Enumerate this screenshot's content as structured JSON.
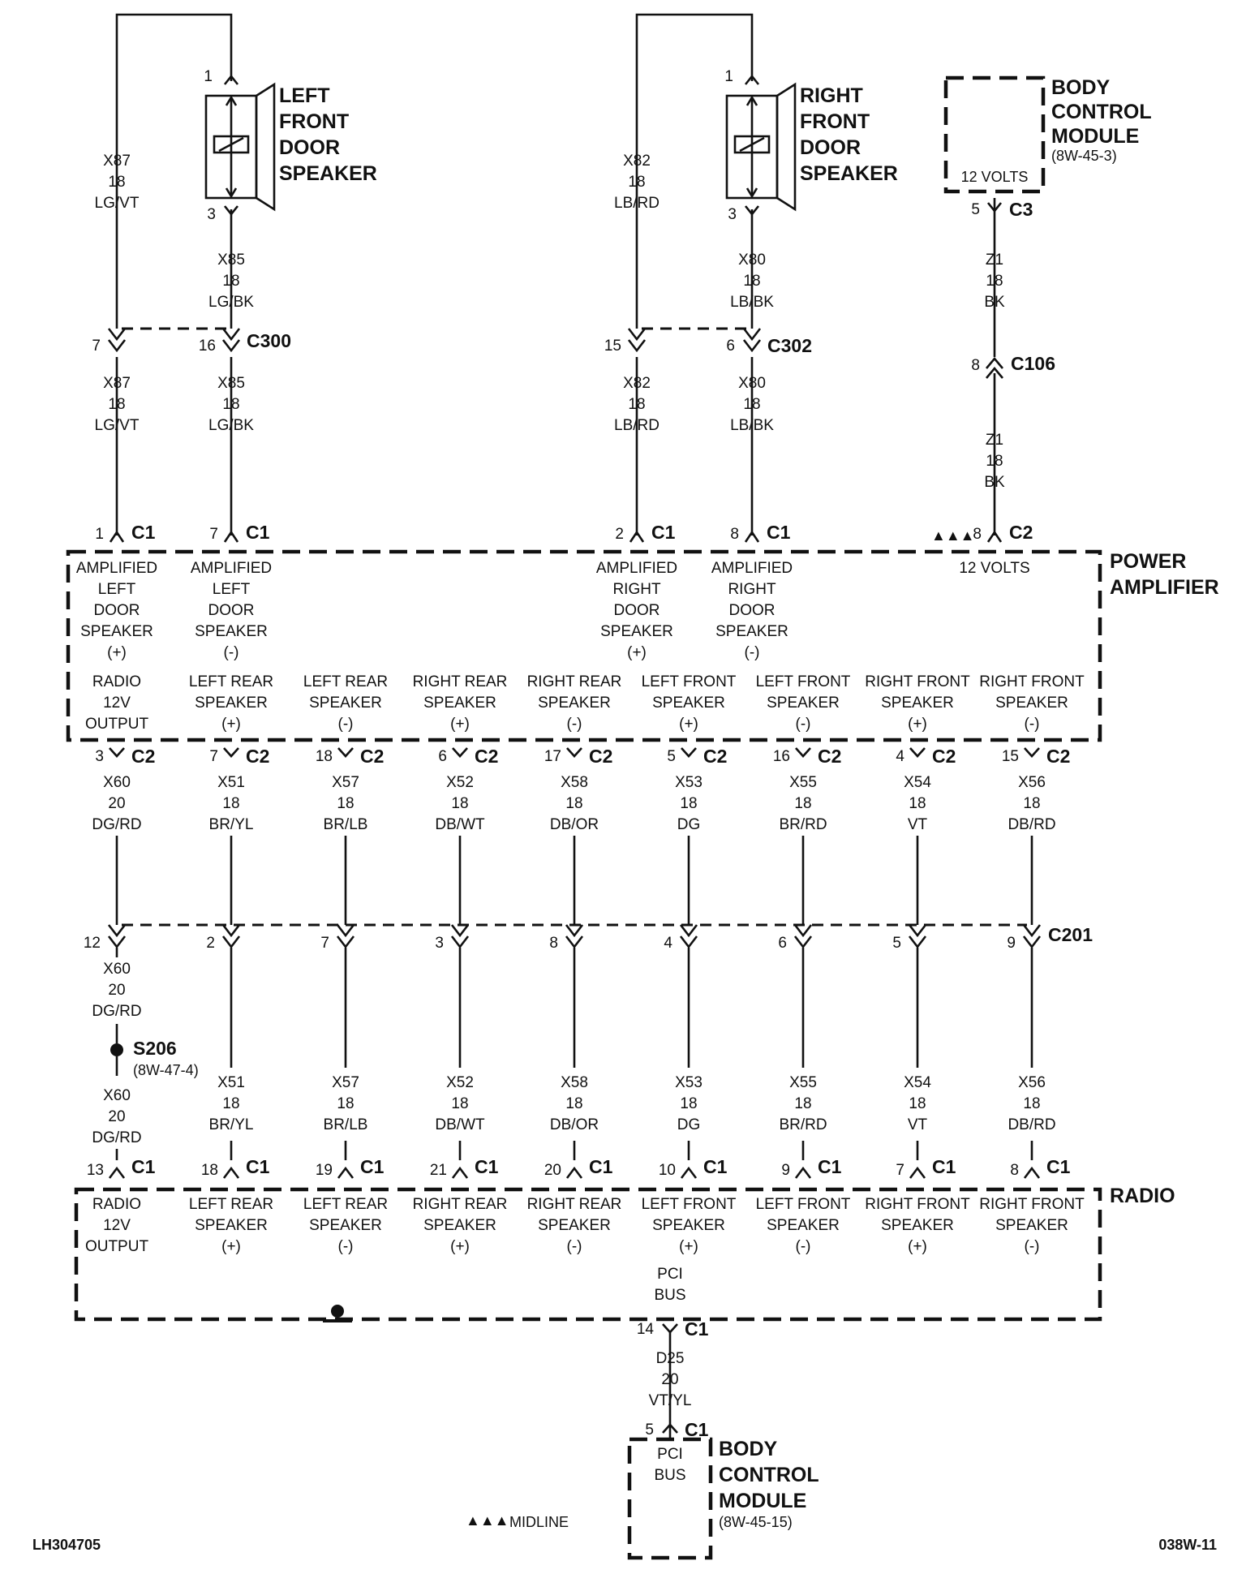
{
  "diagram": {
    "doc_id": "LH304705",
    "page_ref": "038W-11",
    "midline_legend": "MIDLINE",
    "midline_symbol": "▲▲▲"
  },
  "speakers": {
    "left_front": {
      "title": [
        "LEFT",
        "FRONT",
        "DOOR",
        "SPEAKER"
      ],
      "pin_top": "1",
      "pin_bottom": "3"
    },
    "right_front": {
      "title": [
        "RIGHT",
        "FRONT",
        "DOOR",
        "SPEAKER"
      ],
      "pin_top": "1",
      "pin_bottom": "3"
    }
  },
  "bcm_top": {
    "title": [
      "BODY",
      "CONTROL",
      "MODULE"
    ],
    "ref": "(8W-45-3)",
    "inner": "12 VOLTS",
    "pin": "5",
    "connector": "C3"
  },
  "upper_wires": {
    "x87_top": [
      "X87",
      "18",
      "LG/VT"
    ],
    "x85_top": [
      "X85",
      "18",
      "LG/BK"
    ],
    "x82_top": [
      "X82",
      "18",
      "LB/RD"
    ],
    "x80_top": [
      "X80",
      "18",
      "LB/BK"
    ],
    "z1_top": [
      "Z1",
      "18",
      "BK"
    ],
    "x87_bot": [
      "X87",
      "18",
      "LG/VT"
    ],
    "x85_bot": [
      "X85",
      "18",
      "LG/BK"
    ],
    "x82_bot": [
      "X82",
      "18",
      "LB/RD"
    ],
    "x80_bot": [
      "X80",
      "18",
      "LB/BK"
    ],
    "z1_bot": [
      "Z1",
      "18",
      "BK"
    ]
  },
  "inline_connectors": {
    "c300": {
      "name": "C300",
      "pin_left": "7",
      "pin_right": "16"
    },
    "c302": {
      "name": "C302",
      "pin_left": "15",
      "pin_right": "6"
    },
    "c106": {
      "name": "C106",
      "pin": "8"
    },
    "c201": {
      "name": "C201",
      "pins": [
        "12",
        "2",
        "7",
        "3",
        "8",
        "4",
        "6",
        "5",
        "9"
      ]
    }
  },
  "amplifier": {
    "title": [
      "POWER",
      "AMPLIFIER"
    ],
    "top_pins": [
      {
        "pin": "1",
        "conn": "C1",
        "label": [
          "AMPLIFIED",
          "LEFT",
          "DOOR",
          "SPEAKER",
          "(+)"
        ]
      },
      {
        "pin": "7",
        "conn": "C1",
        "label": [
          "AMPLIFIED",
          "LEFT",
          "DOOR",
          "SPEAKER",
          "(-)"
        ]
      },
      {
        "pin": "2",
        "conn": "C1",
        "label": [
          "AMPLIFIED",
          "RIGHT",
          "DOOR",
          "SPEAKER",
          "(+)"
        ]
      },
      {
        "pin": "8",
        "conn": "C1",
        "label": [
          "AMPLIFIED",
          "RIGHT",
          "DOOR",
          "SPEAKER",
          "(-)"
        ]
      },
      {
        "pin": "8",
        "conn": "C2",
        "label": [
          "12 VOLTS"
        ]
      }
    ],
    "bottom_pins": [
      {
        "pin": "3",
        "conn": "C2",
        "label": [
          "RADIO",
          "12V",
          "OUTPUT"
        ]
      },
      {
        "pin": "7",
        "conn": "C2",
        "label": [
          "LEFT REAR",
          "SPEAKER",
          "(+)"
        ]
      },
      {
        "pin": "18",
        "conn": "C2",
        "label": [
          "LEFT REAR",
          "SPEAKER",
          "(-)"
        ]
      },
      {
        "pin": "6",
        "conn": "C2",
        "label": [
          "RIGHT REAR",
          "SPEAKER",
          "(+)"
        ]
      },
      {
        "pin": "17",
        "conn": "C2",
        "label": [
          "RIGHT REAR",
          "SPEAKER",
          "(-)"
        ]
      },
      {
        "pin": "5",
        "conn": "C2",
        "label": [
          "LEFT FRONT",
          "SPEAKER",
          "(+)"
        ]
      },
      {
        "pin": "16",
        "conn": "C2",
        "label": [
          "LEFT FRONT",
          "SPEAKER",
          "(-)"
        ]
      },
      {
        "pin": "4",
        "conn": "C2",
        "label": [
          "RIGHT FRONT",
          "SPEAKER",
          "(+)"
        ]
      },
      {
        "pin": "15",
        "conn": "C2",
        "label": [
          "RIGHT FRONT",
          "SPEAKER",
          "(-)"
        ]
      }
    ]
  },
  "mid_wires": [
    [
      "X60",
      "20",
      "DG/RD"
    ],
    [
      "X51",
      "18",
      "BR/YL"
    ],
    [
      "X57",
      "18",
      "BR/LB"
    ],
    [
      "X52",
      "18",
      "DB/WT"
    ],
    [
      "X58",
      "18",
      "DB/OR"
    ],
    [
      "X53",
      "18",
      "DG"
    ],
    [
      "X55",
      "18",
      "BR/RD"
    ],
    [
      "X54",
      "18",
      "VT"
    ],
    [
      "X56",
      "18",
      "DB/RD"
    ]
  ],
  "low_wires": [
    [
      "X60",
      "20",
      "DG/RD"
    ],
    [
      "X51",
      "18",
      "BR/YL"
    ],
    [
      "X57",
      "18",
      "BR/LB"
    ],
    [
      "X52",
      "18",
      "DB/WT"
    ],
    [
      "X58",
      "18",
      "DB/OR"
    ],
    [
      "X53",
      "18",
      "DG"
    ],
    [
      "X55",
      "18",
      "BR/RD"
    ],
    [
      "X54",
      "18",
      "VT"
    ],
    [
      "X56",
      "18",
      "DB/RD"
    ]
  ],
  "x60_upper": [
    "X60",
    "20",
    "DG/RD"
  ],
  "splice": {
    "name": "S206",
    "ref": "(8W-47-4)"
  },
  "radio": {
    "title": "RADIO",
    "pins": [
      {
        "pin": "13",
        "conn": "C1",
        "label": [
          "RADIO",
          "12V",
          "OUTPUT"
        ]
      },
      {
        "pin": "18",
        "conn": "C1",
        "label": [
          "LEFT REAR",
          "SPEAKER",
          "(+)"
        ]
      },
      {
        "pin": "19",
        "conn": "C1",
        "label": [
          "LEFT REAR",
          "SPEAKER",
          "(-)"
        ]
      },
      {
        "pin": "21",
        "conn": "C1",
        "label": [
          "RIGHT REAR",
          "SPEAKER",
          "(+)"
        ]
      },
      {
        "pin": "20",
        "conn": "C1",
        "label": [
          "RIGHT REAR",
          "SPEAKER",
          "(-)"
        ]
      },
      {
        "pin": "10",
        "conn": "C1",
        "label": [
          "LEFT FRONT",
          "SPEAKER",
          "(+)"
        ]
      },
      {
        "pin": "9",
        "conn": "C1",
        "label": [
          "LEFT FRONT",
          "SPEAKER",
          "(-)"
        ]
      },
      {
        "pin": "7",
        "conn": "C1",
        "label": [
          "RIGHT FRONT",
          "SPEAKER",
          "(+)"
        ]
      },
      {
        "pin": "8",
        "conn": "C1",
        "label": [
          "RIGHT FRONT",
          "SPEAKER",
          "(-)"
        ]
      }
    ],
    "pci_label": [
      "PCI",
      "BUS"
    ],
    "pci_pin": "14",
    "pci_conn": "C1"
  },
  "pci_wire": [
    "D25",
    "20",
    "VT/YL"
  ],
  "bcm_bottom": {
    "title": [
      "BODY",
      "CONTROL",
      "MODULE"
    ],
    "ref": "(8W-45-15)",
    "inner": [
      "PCI",
      "BUS"
    ],
    "pin": "5",
    "connector": "C1"
  }
}
